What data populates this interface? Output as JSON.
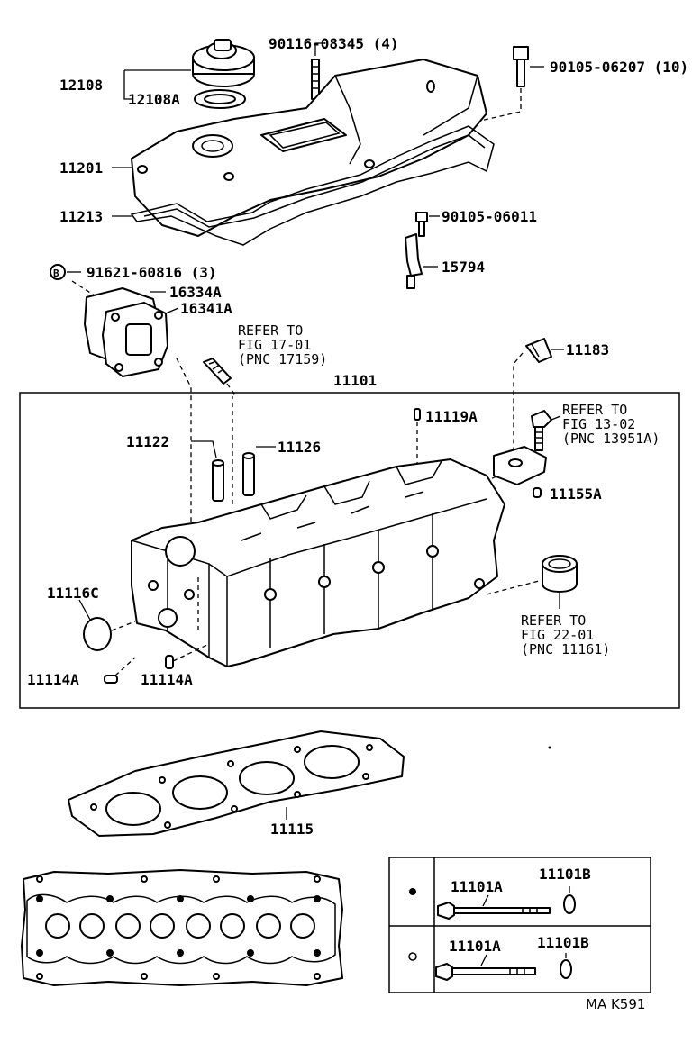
{
  "labels": {
    "l12108": "12108",
    "l12108A": "12108A",
    "l90116": "90116-08345 (4)",
    "l90105_06207": "90105-06207 (10)",
    "l11201": "11201",
    "l11213": "11213",
    "l90105_06011": "90105-06011",
    "l15794": "15794",
    "l91621_mark": "B",
    "l91621": "91621-60816 (3)",
    "l16334A": "16334A",
    "l16341A": "16341A",
    "l11183": "11183",
    "l11101": "11101",
    "l11119A": "11119A",
    "l11122": "11122",
    "l11126": "11126",
    "l11155A": "11155A",
    "l11116C": "11116C",
    "l11114A_1": "11114A",
    "l11114A_2": "11114A",
    "l11115": "11115",
    "l11101A_1": "11101A",
    "l11101B_1": "11101B",
    "l11101A_2": "11101A",
    "l11101B_2": "11101B"
  },
  "references": {
    "ref1": {
      "line1": "REFER TO",
      "line2": "FIG 17-01",
      "line3": "(PNC 17159)"
    },
    "ref2": {
      "line1": "REFER TO",
      "line2": "FIG 13-02",
      "line3": "(PNC 13951A)"
    },
    "ref3": {
      "line1": "REFER TO",
      "line2": "FIG 22-01",
      "line3": "(PNC 11161)"
    }
  },
  "footer": {
    "code": "MA K591"
  }
}
